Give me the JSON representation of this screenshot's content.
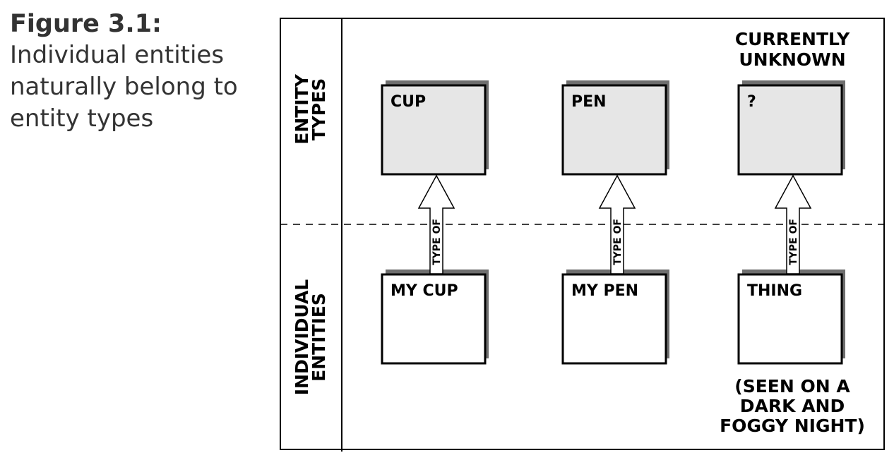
{
  "caption": {
    "title": "Figure 3.1:",
    "lines": [
      "Individual entities",
      "naturally belong to",
      "entity types"
    ]
  },
  "diagram": {
    "row_labels": {
      "types": [
        "ENTITY",
        "TYPES"
      ],
      "individuals": [
        "INDIVIDUAL",
        "ENTITIES"
      ]
    },
    "colors": {
      "type_fill": "#e6e6e6",
      "individual_fill": "#ffffff",
      "shadow": "#6e6e6e",
      "stroke": "#000000"
    },
    "columns": [
      {
        "type_label": "CUP",
        "individual_label": "MY CUP",
        "relation": "TYPE OF"
      },
      {
        "type_label": "PEN",
        "individual_label": "MY PEN",
        "relation": "TYPE OF"
      },
      {
        "type_label": "?",
        "individual_label": "THING",
        "relation": "TYPE OF"
      }
    ],
    "unknown_header": [
      "CURRENTLY",
      "UNKNOWN"
    ],
    "thing_note": [
      "(SEEN ON A",
      "DARK AND",
      "FOGGY NIGHT)"
    ]
  }
}
